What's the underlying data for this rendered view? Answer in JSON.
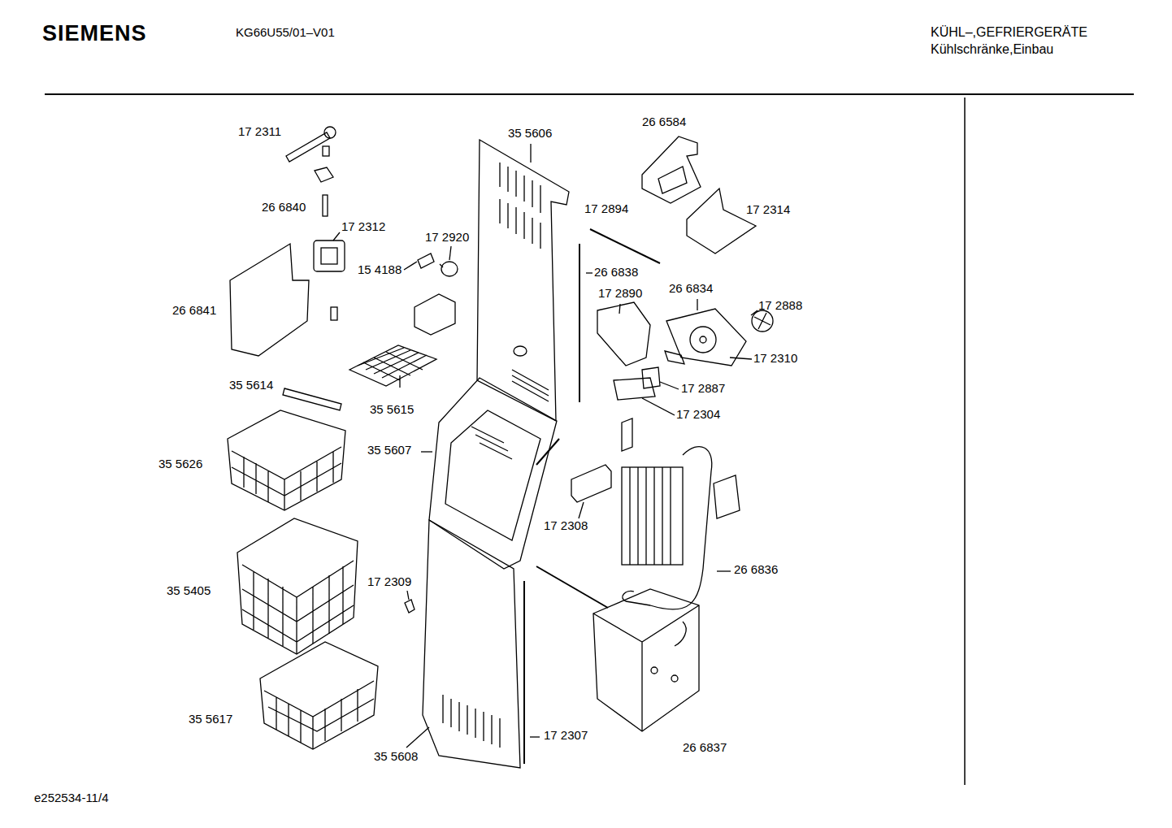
{
  "diagram": {
    "labels": [
      "SIEMENS",
      "KG66U55/01–V01",
      "KÜHL–,GEFRIERGERÄTE",
      "Kühlschränke,Einbau",
      "17 2311",
      "35 5606",
      "26 6584",
      "26 6840",
      "17 2312",
      "17 2920",
      "17 2894",
      "17 2314",
      "15 4188",
      "26 6838",
      "26 6841",
      "17 2890",
      "26 6834",
      "17 2888",
      "17 2310",
      "35 5614",
      "17 2887",
      "35 5615",
      "17 2304",
      "35 5607",
      "35 5626",
      "17 2308",
      "26 6836",
      "17 2309",
      "35 5405",
      "35 5617",
      "17 2307",
      "26 6837",
      "35 5608",
      "e252534-11/4"
    ]
  }
}
